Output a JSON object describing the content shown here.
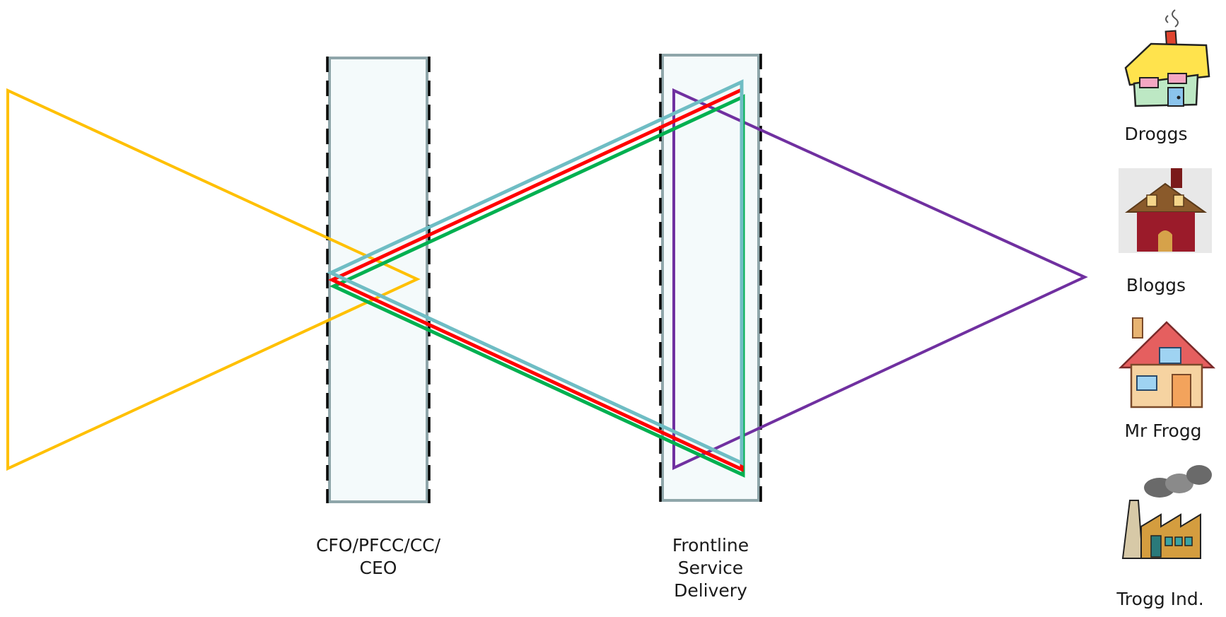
{
  "diagram": {
    "columns": [
      {
        "id": "leadership",
        "label": "CFO/PFCC/CC/\nCEO"
      },
      {
        "id": "frontline",
        "label": "Frontline\nService\nDelivery"
      }
    ],
    "customers": [
      {
        "id": "droggs",
        "label": "Droggs",
        "icon": "crooked-house-icon"
      },
      {
        "id": "bloggs",
        "label": "Bloggs",
        "icon": "red-house-icon"
      },
      {
        "id": "mr-frogg",
        "label": "Mr Frogg",
        "icon": "cottage-icon"
      },
      {
        "id": "trogg-ind",
        "label": "Trogg Ind.",
        "icon": "factory-icon"
      }
    ],
    "triangle_colors": {
      "yellow": "#FFC000",
      "red": "#FF0000",
      "light_blue": "#6FBDC4",
      "green": "#00B050",
      "purple": "#7030A0"
    },
    "column_fill": "#F4FAFB",
    "column_stroke": "#8FA6AA"
  }
}
